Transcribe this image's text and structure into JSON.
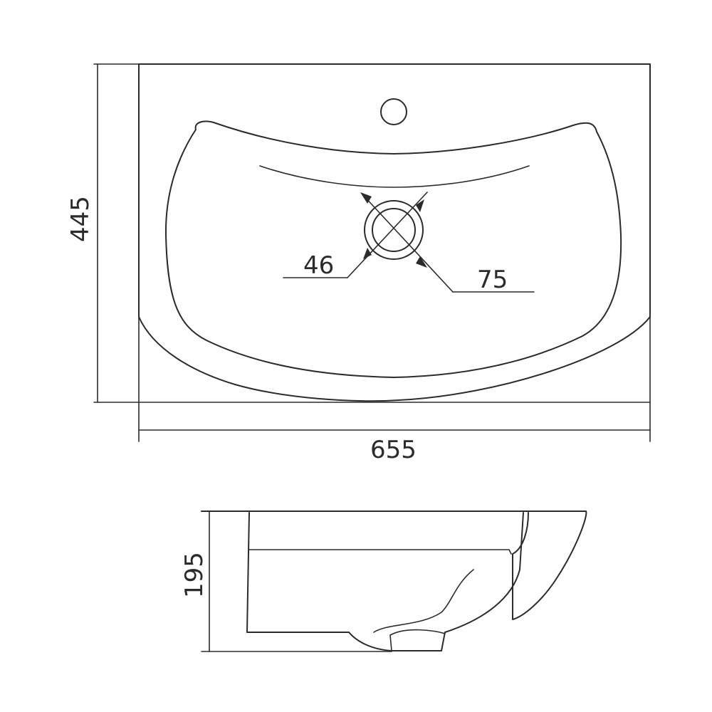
{
  "dimensions": {
    "height": "445",
    "width": "655",
    "drain_inner": "46",
    "drain_outer": "75",
    "depth": "195"
  }
}
